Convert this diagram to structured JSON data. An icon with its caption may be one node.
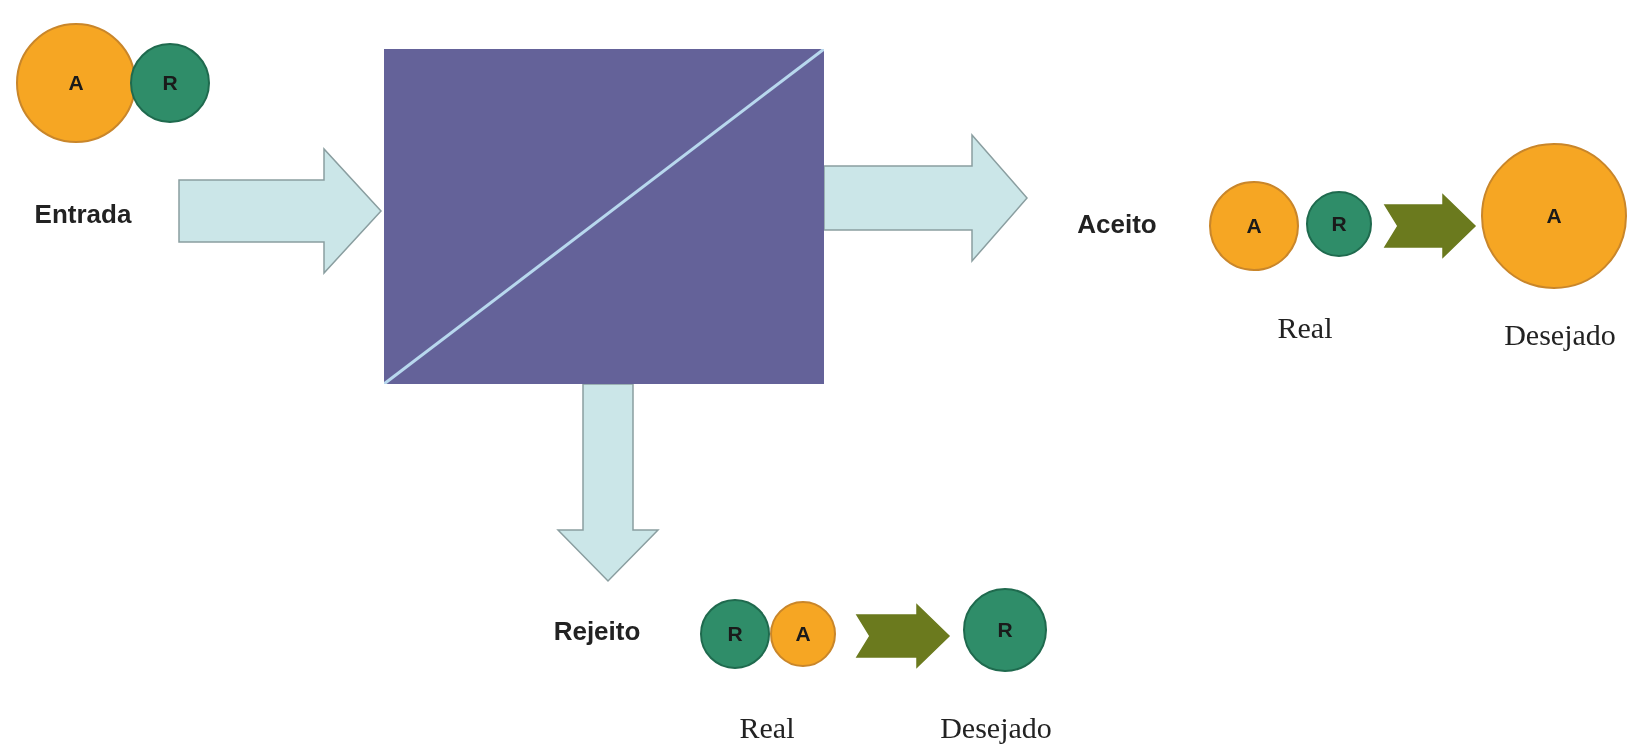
{
  "diagram": {
    "nodes": [
      {
        "text": [
          "A"
        ]
      },
      {
        "text": [
          "R"
        ]
      },
      {
        "text": [
          "Entrada"
        ]
      },
      {
        "text": [],
        "shape": "box"
      },
      {
        "text": [
          "Aceito"
        ]
      },
      {
        "text": [
          "A"
        ]
      },
      {
        "text": [
          "R"
        ]
      },
      {
        "text": [
          "A"
        ]
      },
      {
        "text": [
          "Rejeito"
        ]
      },
      {
        "text": [
          "R"
        ]
      },
      {
        "text": [
          "A"
        ]
      },
      {
        "text": [
          "R"
        ]
      }
    ],
    "edges": [
      {
        "from": 2,
        "to": 3,
        "arrow": "to"
      },
      {
        "from": 3,
        "to": 4,
        "arrow": "to"
      },
      {
        "from": 3,
        "to": 8,
        "arrow": "to"
      },
      {
        "from": 6,
        "to": 7,
        "arrow": "to",
        "color": "#6b7a1e"
      },
      {
        "from": 10,
        "to": 11,
        "arrow": "to",
        "color": "#6b7a1e"
      }
    ],
    "labels": [
      "Real",
      "Desejado",
      "Real",
      "Desejado"
    ]
  }
}
